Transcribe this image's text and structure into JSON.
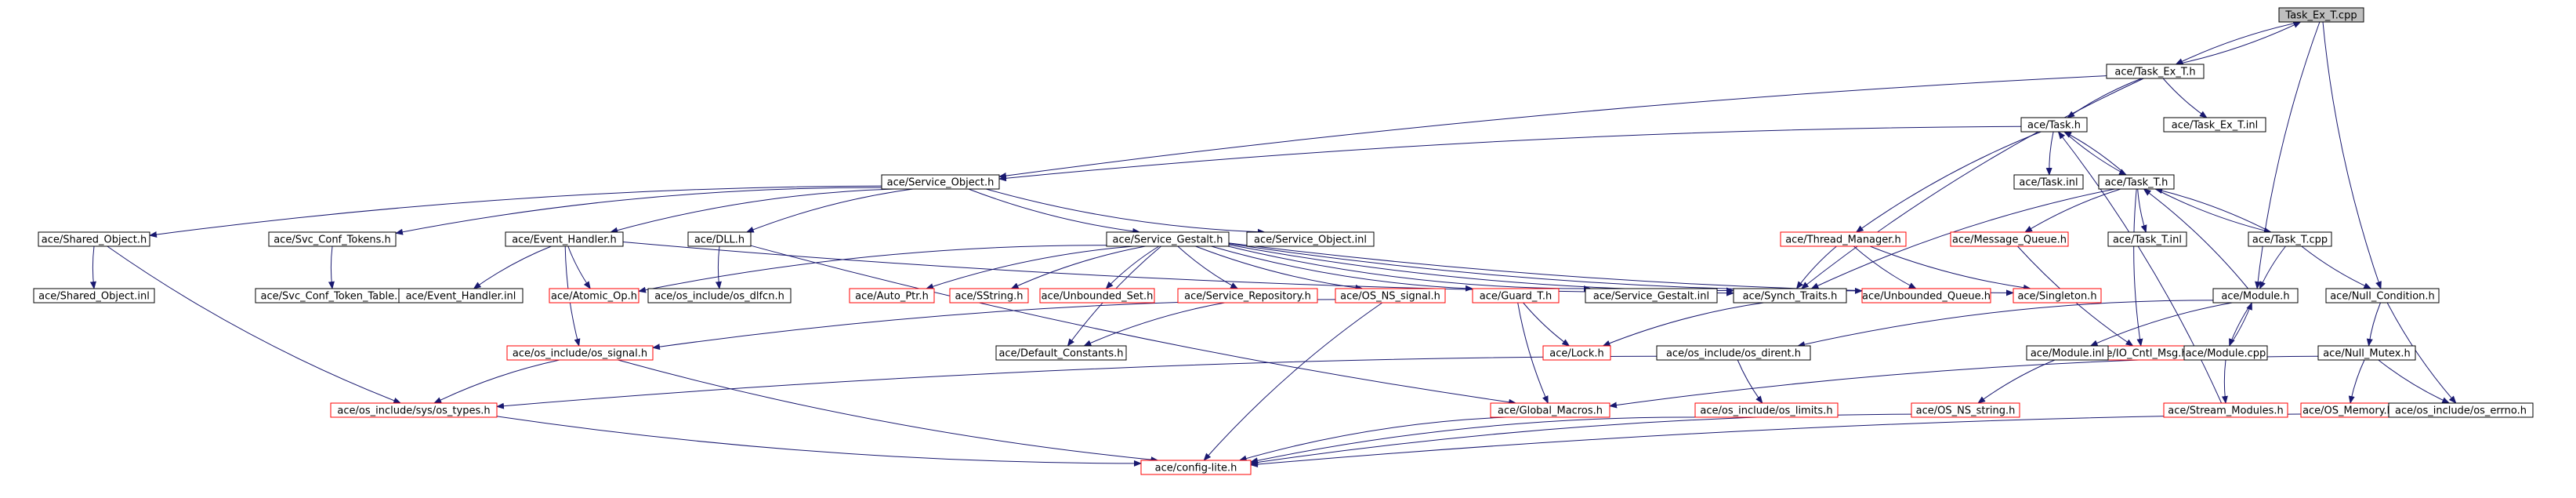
{
  "colors": {
    "edge": "#191970",
    "node_border_black": "#000000",
    "node_border_red": "#ff0000",
    "root_fill": "#bfbfbf",
    "node_fill": "#ffffff",
    "text": "#000000"
  },
  "nodes": [
    {
      "id": "task_ex_t_cpp",
      "label": "Task_Ex_T.cpp",
      "border": "black",
      "root": true
    },
    {
      "id": "task_ex_t_h",
      "label": "ace/Task_Ex_T.h",
      "border": "black"
    },
    {
      "id": "task_h",
      "label": "ace/Task.h",
      "border": "black"
    },
    {
      "id": "task_ex_t_inl",
      "label": "ace/Task_Ex_T.inl",
      "border": "black"
    },
    {
      "id": "service_object_h",
      "label": "ace/Service_Object.h",
      "border": "black"
    },
    {
      "id": "task_inl",
      "label": "ace/Task.inl",
      "border": "black"
    },
    {
      "id": "task_t_h",
      "label": "ace/Task_T.h",
      "border": "black"
    },
    {
      "id": "shared_object_h",
      "label": "ace/Shared_Object.h",
      "border": "black"
    },
    {
      "id": "svc_conf_tokens_h",
      "label": "ace/Svc_Conf_Tokens.h",
      "border": "black"
    },
    {
      "id": "event_handler_h",
      "label": "ace/Event_Handler.h",
      "border": "black"
    },
    {
      "id": "dll_h",
      "label": "ace/DLL.h",
      "border": "black"
    },
    {
      "id": "service_gestalt_h",
      "label": "ace/Service_Gestalt.h",
      "border": "black"
    },
    {
      "id": "service_object_inl",
      "label": "ace/Service_Object.inl",
      "border": "black"
    },
    {
      "id": "thread_manager_h",
      "label": "ace/Thread_Manager.h",
      "border": "red"
    },
    {
      "id": "message_queue_h",
      "label": "ace/Message_Queue.h",
      "border": "red"
    },
    {
      "id": "task_t_inl",
      "label": "ace/Task_T.inl",
      "border": "black"
    },
    {
      "id": "task_t_cpp",
      "label": "ace/Task_T.cpp",
      "border": "black"
    },
    {
      "id": "shared_object_inl",
      "label": "ace/Shared_Object.inl",
      "border": "black"
    },
    {
      "id": "svc_conf_token_table_h",
      "label": "ace/Svc_Conf_Token_Table.h",
      "border": "black"
    },
    {
      "id": "event_handler_inl",
      "label": "ace/Event_Handler.inl",
      "border": "black"
    },
    {
      "id": "atomic_op_h",
      "label": "ace/Atomic_Op.h",
      "border": "red"
    },
    {
      "id": "os_dlfcn_h",
      "label": "ace/os_include/os_dlfcn.h",
      "border": "black"
    },
    {
      "id": "auto_ptr_h",
      "label": "ace/Auto_Ptr.h",
      "border": "red"
    },
    {
      "id": "sstring_h",
      "label": "ace/SString.h",
      "border": "red"
    },
    {
      "id": "unbounded_set_h",
      "label": "ace/Unbounded_Set.h",
      "border": "red"
    },
    {
      "id": "service_repository_h",
      "label": "ace/Service_Repository.h",
      "border": "red"
    },
    {
      "id": "os_ns_signal_h",
      "label": "ace/OS_NS_signal.h",
      "border": "red"
    },
    {
      "id": "guard_t_h",
      "label": "ace/Guard_T.h",
      "border": "red"
    },
    {
      "id": "service_gestalt_inl",
      "label": "ace/Service_Gestalt.inl",
      "border": "black"
    },
    {
      "id": "synch_traits_h",
      "label": "ace/Synch_Traits.h",
      "border": "black"
    },
    {
      "id": "unbounded_queue_h",
      "label": "ace/Unbounded_Queue.h",
      "border": "red"
    },
    {
      "id": "singleton_h",
      "label": "ace/Singleton.h",
      "border": "red"
    },
    {
      "id": "io_cntl_msg_h",
      "label": "ace/IO_Cntl_Msg.h",
      "border": "red"
    },
    {
      "id": "module_h",
      "label": "ace/Module.h",
      "border": "black"
    },
    {
      "id": "null_condition_h",
      "label": "ace/Null_Condition.h",
      "border": "black"
    },
    {
      "id": "os_signal_h",
      "label": "ace/os_include/os_signal.h",
      "border": "red"
    },
    {
      "id": "default_constants_h",
      "label": "ace/Default_Constants.h",
      "border": "black"
    },
    {
      "id": "lock_h",
      "label": "ace/Lock.h",
      "border": "red"
    },
    {
      "id": "os_dirent_h",
      "label": "ace/os_include/os_dirent.h",
      "border": "black"
    },
    {
      "id": "module_inl",
      "label": "ace/Module.inl",
      "border": "black"
    },
    {
      "id": "module_cpp",
      "label": "ace/Module.cpp",
      "border": "black"
    },
    {
      "id": "null_mutex_h",
      "label": "ace/Null_Mutex.h",
      "border": "black"
    },
    {
      "id": "os_types_h",
      "label": "ace/os_include/sys/os_types.h",
      "border": "red"
    },
    {
      "id": "global_macros_h",
      "label": "ace/Global_Macros.h",
      "border": "red"
    },
    {
      "id": "os_limits_h",
      "label": "ace/os_include/os_limits.h",
      "border": "red"
    },
    {
      "id": "os_ns_string_h",
      "label": "ace/OS_NS_string.h",
      "border": "red"
    },
    {
      "id": "stream_modules_h",
      "label": "ace/Stream_Modules.h",
      "border": "red"
    },
    {
      "id": "os_memory_h",
      "label": "ace/OS_Memory.h",
      "border": "red"
    },
    {
      "id": "os_errno_h",
      "label": "ace/os_include/os_errno.h",
      "border": "black"
    },
    {
      "id": "config_lite_h",
      "label": "ace/config-lite.h",
      "border": "red"
    }
  ],
  "edges": [
    [
      "task_ex_t_cpp",
      "task_ex_t_h"
    ],
    [
      "task_ex_t_cpp",
      "module_h"
    ],
    [
      "task_ex_t_cpp",
      "null_condition_h"
    ],
    [
      "task_ex_t_h",
      "task_ex_t_cpp"
    ],
    [
      "task_ex_t_h",
      "task_h"
    ],
    [
      "task_ex_t_h",
      "task_ex_t_inl"
    ],
    [
      "task_ex_t_h",
      "service_object_h"
    ],
    [
      "task_ex_t_h",
      "synch_traits_h"
    ],
    [
      "task_h",
      "service_object_h"
    ],
    [
      "task_h",
      "task_inl"
    ],
    [
      "task_h",
      "task_t_h"
    ],
    [
      "task_h",
      "thread_manager_h"
    ],
    [
      "task_t_h",
      "task_h"
    ],
    [
      "task_t_h",
      "message_queue_h"
    ],
    [
      "task_t_h",
      "task_t_inl"
    ],
    [
      "task_t_h",
      "task_t_cpp"
    ],
    [
      "task_t_h",
      "synch_traits_h"
    ],
    [
      "task_t_h",
      "io_cntl_msg_h"
    ],
    [
      "task_t_cpp",
      "task_t_h"
    ],
    [
      "task_t_cpp",
      "module_h"
    ],
    [
      "task_t_cpp",
      "null_condition_h"
    ],
    [
      "service_object_h",
      "shared_object_h"
    ],
    [
      "service_object_h",
      "svc_conf_tokens_h"
    ],
    [
      "service_object_h",
      "event_handler_h"
    ],
    [
      "service_object_h",
      "dll_h"
    ],
    [
      "service_object_h",
      "service_gestalt_h"
    ],
    [
      "service_object_h",
      "service_object_inl"
    ],
    [
      "shared_object_h",
      "shared_object_inl"
    ],
    [
      "shared_object_h",
      "os_types_h"
    ],
    [
      "svc_conf_tokens_h",
      "svc_conf_token_table_h"
    ],
    [
      "event_handler_h",
      "event_handler_inl"
    ],
    [
      "event_handler_h",
      "atomic_op_h"
    ],
    [
      "event_handler_h",
      "os_signal_h"
    ],
    [
      "event_handler_h",
      "synch_traits_h"
    ],
    [
      "dll_h",
      "os_dlfcn_h"
    ],
    [
      "dll_h",
      "global_macros_h"
    ],
    [
      "service_gestalt_h",
      "auto_ptr_h"
    ],
    [
      "service_gestalt_h",
      "sstring_h"
    ],
    [
      "service_gestalt_h",
      "unbounded_set_h"
    ],
    [
      "service_gestalt_h",
      "service_repository_h"
    ],
    [
      "service_gestalt_h",
      "os_ns_signal_h"
    ],
    [
      "service_gestalt_h",
      "guard_t_h"
    ],
    [
      "service_gestalt_h",
      "service_gestalt_inl"
    ],
    [
      "service_gestalt_h",
      "synch_traits_h"
    ],
    [
      "service_gestalt_h",
      "unbounded_queue_h"
    ],
    [
      "service_gestalt_h",
      "singleton_h"
    ],
    [
      "service_gestalt_h",
      "atomic_op_h"
    ],
    [
      "service_gestalt_h",
      "default_constants_h"
    ],
    [
      "service_repository_h",
      "default_constants_h"
    ],
    [
      "os_ns_signal_h",
      "os_signal_h"
    ],
    [
      "os_ns_signal_h",
      "config_lite_h"
    ],
    [
      "guard_t_h",
      "lock_h"
    ],
    [
      "guard_t_h",
      "global_macros_h"
    ],
    [
      "synch_traits_h",
      "lock_h"
    ],
    [
      "thread_manager_h",
      "synch_traits_h"
    ],
    [
      "thread_manager_h",
      "unbounded_queue_h"
    ],
    [
      "thread_manager_h",
      "singleton_h"
    ],
    [
      "message_queue_h",
      "io_cntl_msg_h"
    ],
    [
      "module_h",
      "task_t_h"
    ],
    [
      "module_h",
      "module_inl"
    ],
    [
      "module_h",
      "module_cpp"
    ],
    [
      "module_h",
      "os_dirent_h"
    ],
    [
      "module_cpp",
      "module_h"
    ],
    [
      "module_cpp",
      "stream_modules_h"
    ],
    [
      "stream_modules_h",
      "task_h"
    ],
    [
      "null_condition_h",
      "null_mutex_h"
    ],
    [
      "null_condition_h",
      "os_errno_h"
    ],
    [
      "null_mutex_h",
      "os_memory_h"
    ],
    [
      "null_mutex_h",
      "os_errno_h"
    ],
    [
      "null_mutex_h",
      "global_macros_h"
    ],
    [
      "os_signal_h",
      "os_types_h"
    ],
    [
      "os_signal_h",
      "config_lite_h"
    ],
    [
      "os_dirent_h",
      "os_limits_h"
    ],
    [
      "os_dirent_h",
      "os_types_h"
    ],
    [
      "module_inl",
      "os_ns_string_h"
    ],
    [
      "os_types_h",
      "config_lite_h"
    ],
    [
      "global_macros_h",
      "config_lite_h"
    ],
    [
      "os_limits_h",
      "config_lite_h"
    ],
    [
      "os_ns_string_h",
      "config_lite_h"
    ],
    [
      "os_errno_h",
      "config_lite_h"
    ]
  ]
}
